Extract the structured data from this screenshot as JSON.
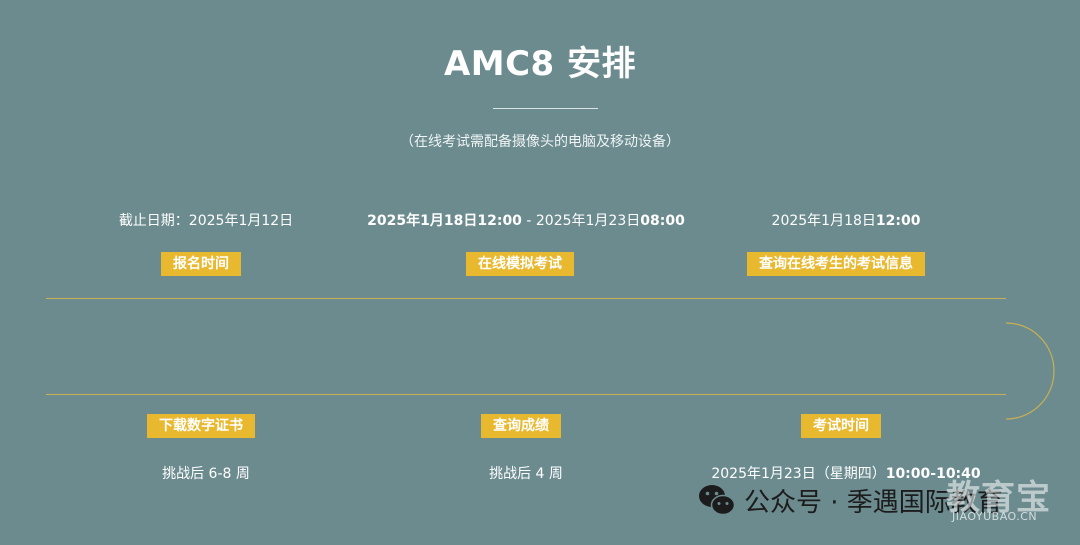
{
  "header": {
    "title": "AMC8 安排",
    "subtitle": "（在线考试需配备摄像头的电脑及移动设备）"
  },
  "top_row": [
    {
      "info_parts": [
        "截止日期：2025年1月12日"
      ],
      "tag": "报名时间"
    },
    {
      "info_parts": [
        "2025年1月18日12:00",
        " - 2025年1月23日",
        "08:00"
      ],
      "tag": "在线模拟考试"
    },
    {
      "info_parts": [
        "2025年1月18日",
        "12:00"
      ],
      "tag": "查询在线考生的考试信息"
    }
  ],
  "bottom_row": [
    {
      "tag": "下载数字证书",
      "info": "挑战后 6-8 周"
    },
    {
      "tag": "查询成绩",
      "info": "挑战后 4 周"
    },
    {
      "tag": "考试时间",
      "info_parts": [
        "2025年1月23日（星期四）",
        "10:00-10:40"
      ]
    }
  ],
  "watermark": {
    "label": "公众号 · 季遇国际教育",
    "icon": "wechat-icon"
  },
  "brand": {
    "name_cn": "教育宝",
    "domain": "JIAOYUBAO.CN"
  },
  "colors": {
    "background": "#6c8b8f",
    "tag": "#e8b82f",
    "line": "#c9b052"
  }
}
